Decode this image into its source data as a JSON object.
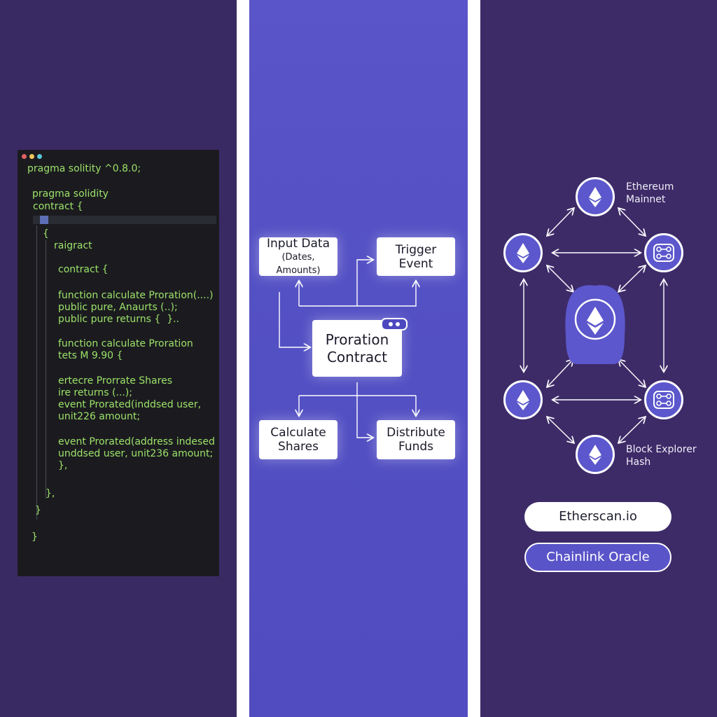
{
  "code_editor": {
    "lines": [
      "pragma solitity ^0.8.0;",
      "pragma solidity",
      "contract {",
      "{",
      "raigract",
      "contract {",
      "function calculate Proration(....)",
      "public pure, Anaurts (..);",
      "public pure returns {  }..",
      "function calculate Proration",
      "tets M 9.90 {",
      "ertecre Prorrate Shares",
      "ire returns (...);",
      "event Prorated(inddsed user,",
      "unit226 amount;",
      "event Prorated(address indesed",
      "unddsed user, unit236 amount;",
      "},",
      "},",
      "}",
      "}"
    ]
  },
  "flowchart": {
    "input_data": {
      "line1": "Input Data",
      "line2": "(Dates, Amounts)"
    },
    "trigger_event": {
      "line1": "Trigger",
      "line2": "Event"
    },
    "proration_contract": {
      "line1": "Proration",
      "line2": "Contract"
    },
    "calculate_shares": {
      "line1": "Calculate",
      "line2": "Shares"
    },
    "distribute_funds": {
      "line1": "Distribute",
      "line2": "Funds"
    }
  },
  "network": {
    "ethereum_label": "Ethereum\nMainnet",
    "explorer_label": "Block Explorer\nHash",
    "etherscan_button": "Etherscan.io",
    "chainlink_button": "Chainlink Oracle"
  },
  "colors": {
    "left_bg": "#3a2a63",
    "middle_bg": "#5350c4",
    "right_bg": "#3d2b68",
    "code_green": "#9de36a"
  }
}
